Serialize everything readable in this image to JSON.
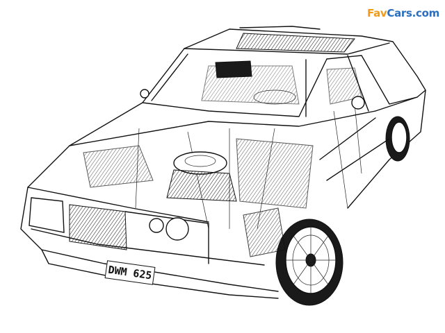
{
  "watermark": {
    "part1": "Fav",
    "part2": "Cars.com",
    "color1": "#f29a1a",
    "color2": "#2a6fc0"
  },
  "license_plate": "DWM 625"
}
